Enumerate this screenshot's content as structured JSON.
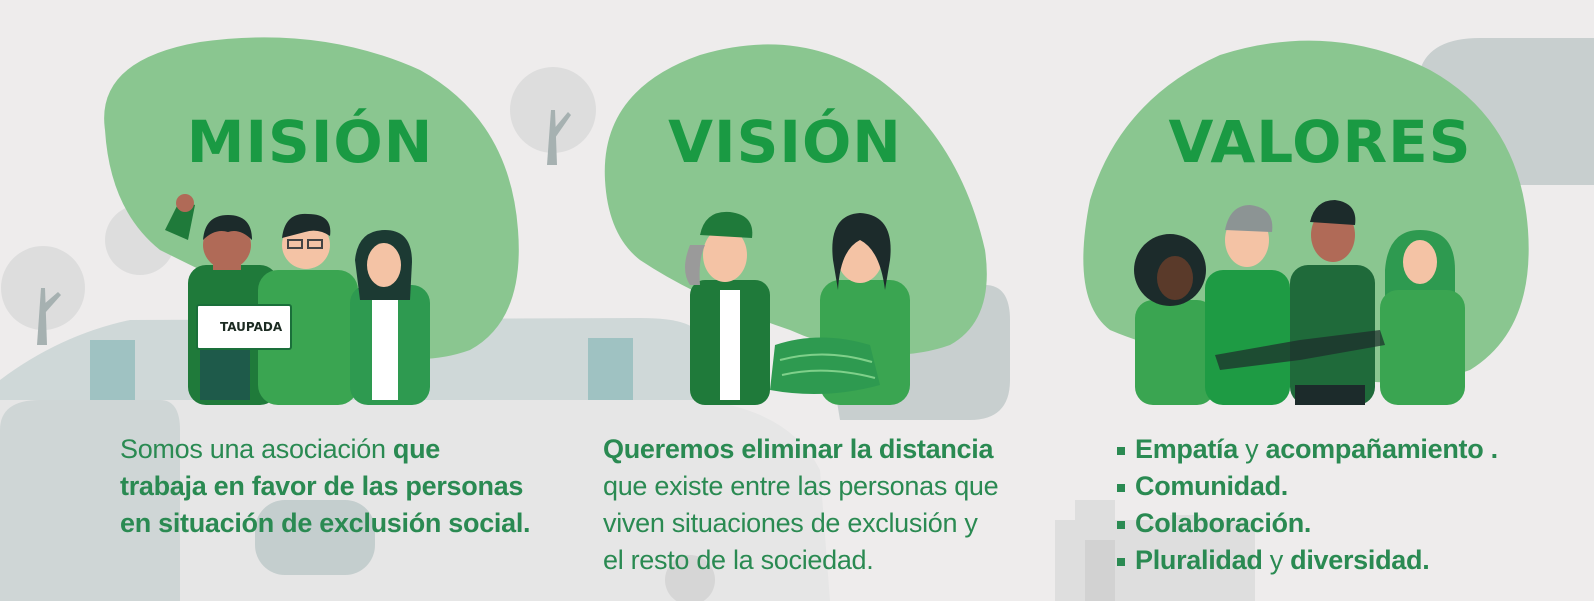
{
  "mision": {
    "title": "MISIÓN",
    "text_regular": "Somos una asociación ",
    "text_bold_1": "que",
    "text_bold_2": "trabaja en favor de las personas",
    "text_bold_3": "en situación de exclusión social.",
    "sign_text": "TAUPADA"
  },
  "vision": {
    "title": "VISIÓN",
    "line1_bold": "Queremos eliminar la distancia",
    "line2": "que existe entre las personas que",
    "line3": "viven situaciones de exclusión y",
    "line4": "el resto de la sociedad."
  },
  "valores": {
    "title": "VALORES",
    "items": [
      {
        "a": "Empatía",
        "conj": " y ",
        "b": "acompañamiento ."
      },
      {
        "a": "Comunidad.",
        "conj": "",
        "b": ""
      },
      {
        "a": "Colaboración.",
        "conj": "",
        "b": ""
      },
      {
        "a": "Pluralidad",
        "conj": " y ",
        "b": "diversidad."
      }
    ]
  },
  "colors": {
    "blob": "#8ac690",
    "title_green": "#1a9a43",
    "text_green": "#2a8a52",
    "background": "#eeecec"
  }
}
